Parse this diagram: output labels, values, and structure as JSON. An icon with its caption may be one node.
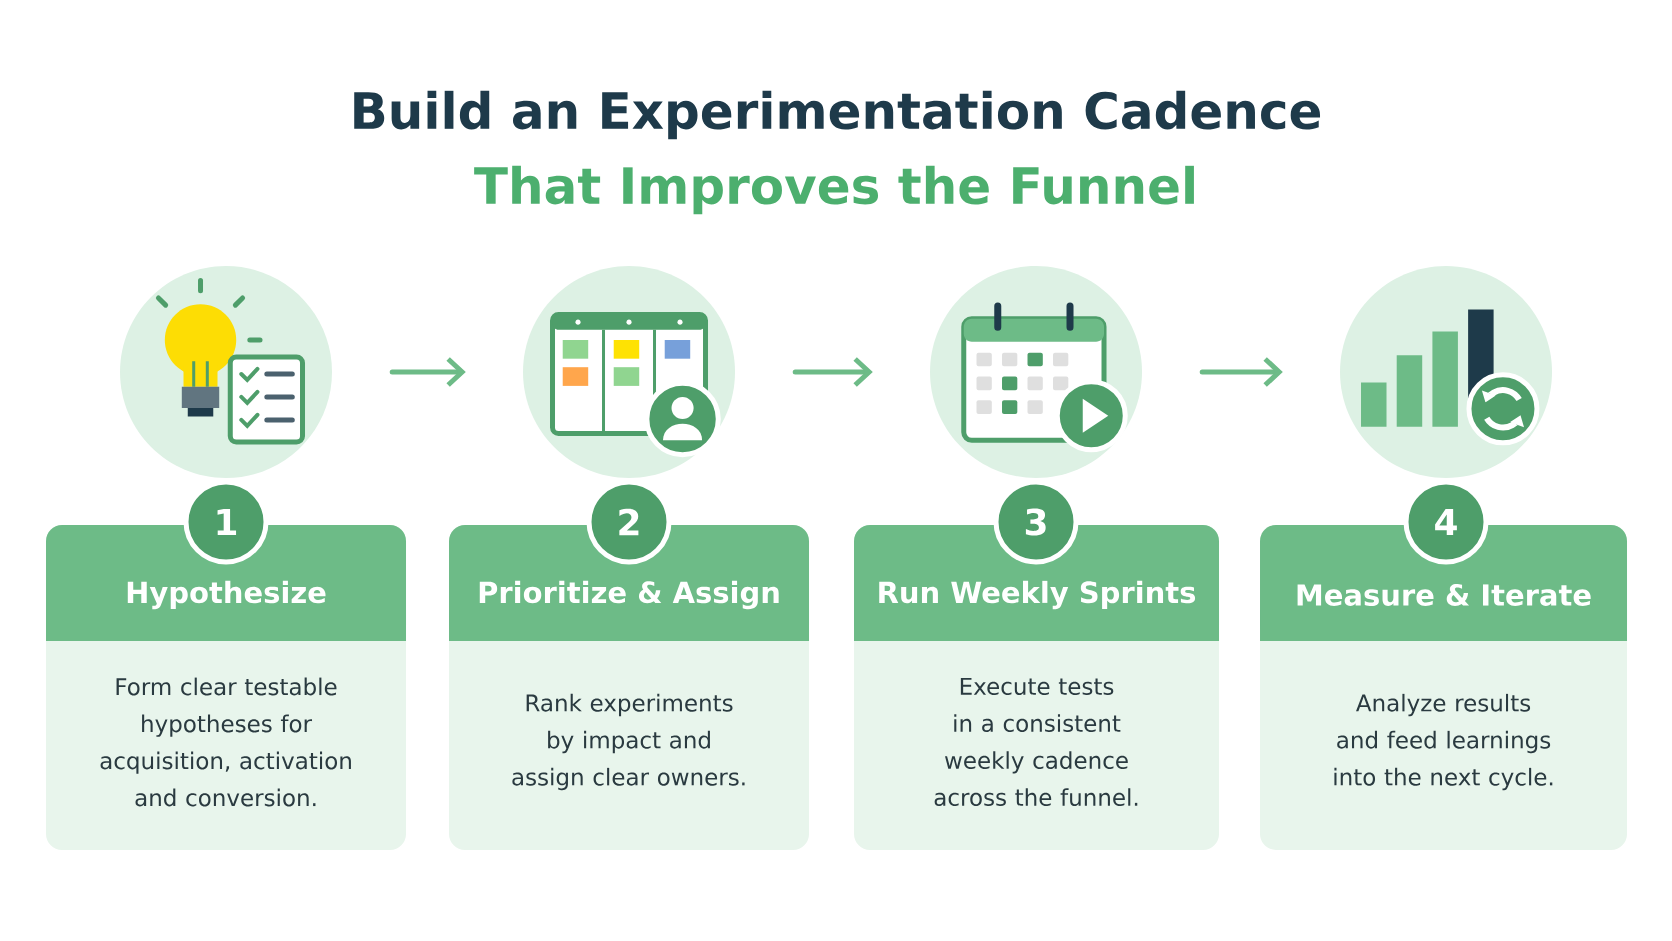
{
  "diagram": {
    "title": "Build an Experimentation Cadence",
    "labels": [
      "That Improves the Funnel"
    ],
    "nodes": [
      {
        "text": [],
        "shape": "circle"
      },
      {
        "text": [
          "1"
        ]
      },
      {
        "text": [
          "Hypothesize",
          "Form clear testable hypotheses for acquisition, activation and conversion."
        ]
      },
      {
        "text": [],
        "shape": "circle"
      },
      {
        "text": [
          "2"
        ]
      },
      {
        "text": [
          "Prioritize & Assign",
          "Rank experiments by impact and assign clear owners."
        ]
      },
      {
        "text": [],
        "shape": "circle"
      },
      {
        "text": [
          "3"
        ]
      },
      {
        "text": [
          "Run Weekly Sprints",
          "Execute tests in a consistent weekly cadence across the funnel."
        ]
      },
      {
        "text": [],
        "shape": "circle"
      },
      {
        "text": [
          "4"
        ]
      },
      {
        "text": [
          "Measure & Iterate",
          "Analyze results and feed learnings into the next cycle."
        ]
      }
    ],
    "edges": [
      {
        "from": 0,
        "to": 3,
        "arrow": "to"
      },
      {
        "from": 3,
        "to": 6,
        "arrow": "to"
      },
      {
        "from": 6,
        "to": 9,
        "arrow": "to"
      }
    ]
  }
}
